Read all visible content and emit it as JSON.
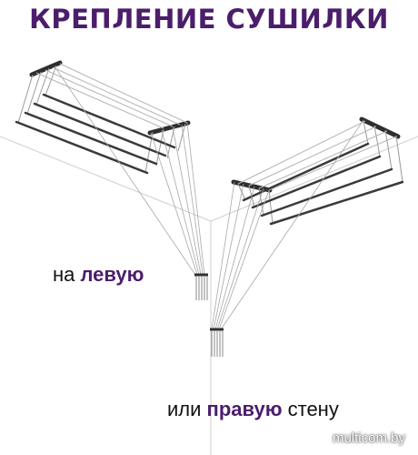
{
  "title": "КРЕПЛЕНИЕ СУШИЛКИ",
  "caption_left": {
    "prefix": "на ",
    "highlight": "левую"
  },
  "caption_right": {
    "prefix": "или ",
    "highlight": "правую",
    "suffix": " стену"
  },
  "watermark": "multicom.by",
  "colors": {
    "accent": "#4b1d6b",
    "rod": "#3a3a3a",
    "rope": "#b0b0b0",
    "wall": "#cfcfcf"
  }
}
